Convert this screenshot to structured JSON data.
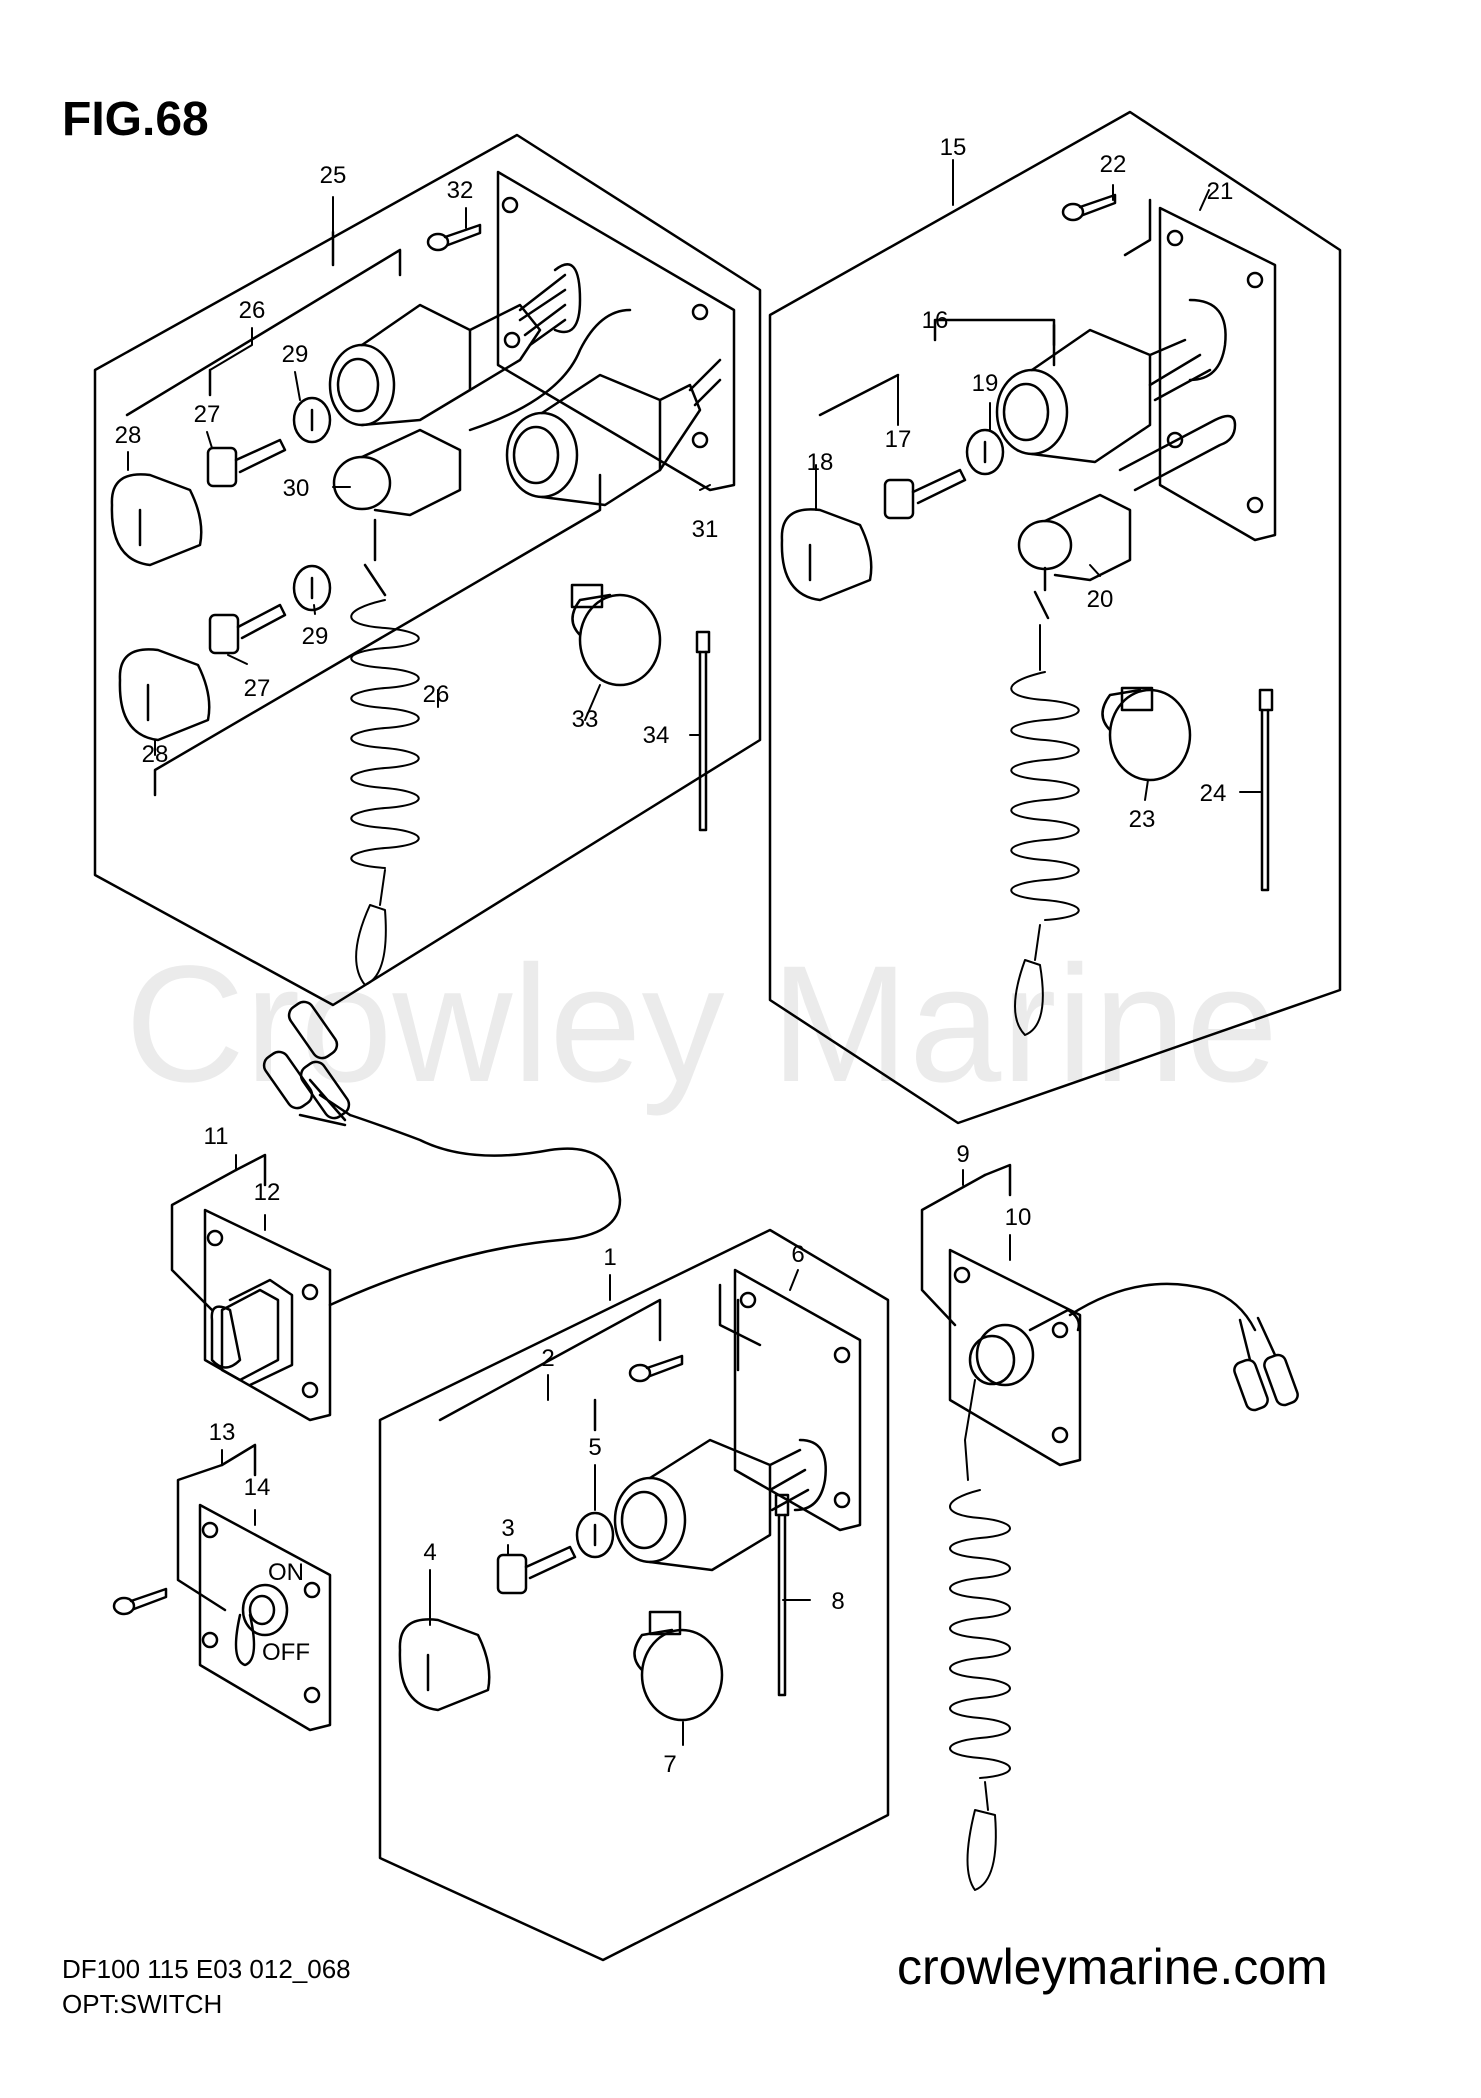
{
  "header": {
    "figure": "FIG.68"
  },
  "watermark": {
    "text": "Crowley Marine"
  },
  "footer": {
    "model_line": "DF100 115 E03 012_068",
    "section": "OPT:SWITCH",
    "site": "crowleymarine.com"
  },
  "callouts": {
    "c1": "1",
    "c2": "2",
    "c3": "3",
    "c4": "4",
    "c5": "5",
    "c6": "6",
    "c7": "7",
    "c8": "8",
    "c9": "9",
    "c10": "10",
    "c11": "11",
    "c12": "12",
    "c13": "13",
    "c14": "14",
    "c15": "15",
    "c16": "16",
    "c17": "17",
    "c18": "18",
    "c19": "19",
    "c20": "20",
    "c21": "21",
    "c22": "22",
    "c23": "23",
    "c24": "24",
    "c25": "25",
    "c26a": "26",
    "c26b": "26",
    "c26c": "26",
    "c27a": "27",
    "c27b": "27",
    "c28a": "28",
    "c28b": "28",
    "c29a": "29",
    "c29b": "29",
    "c30": "30",
    "c31": "31",
    "c32": "32",
    "c33": "33",
    "c34": "34"
  },
  "switch_marks": {
    "on": "ON",
    "off": "OFF"
  }
}
